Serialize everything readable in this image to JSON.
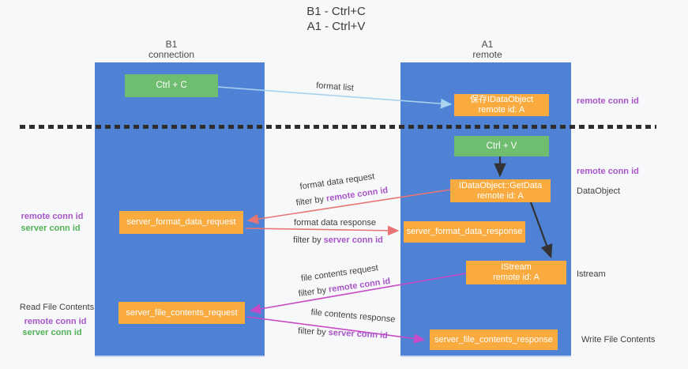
{
  "title": {
    "line1": "B1 - Ctrl+C",
    "line2": "A1 - Ctrl+V"
  },
  "columns": {
    "left": {
      "name": "B1",
      "subtitle": "connection"
    },
    "right": {
      "name": "A1",
      "subtitle": "remote"
    }
  },
  "nodes": {
    "ctrl_c": "Ctrl + C",
    "ctrl_v": "Ctrl + V",
    "save_dataobject": {
      "line1": "保存IDataObject",
      "line2": "remote id: A"
    },
    "getdata": {
      "line1": "IDataObject::GetData",
      "line2": "remote id: A"
    },
    "istream": {
      "line1": "IStream",
      "line2": "remote id: A"
    },
    "format_request": "server_format_data_request",
    "format_response": "server_format_data_response",
    "file_request": "server_file_contents_request",
    "file_response": "server_file_contents_response"
  },
  "arrow_labels": {
    "format_list": "format list",
    "format_data_request": "format data request",
    "format_data_response": "format data response",
    "file_contents_request": "file contents request",
    "file_contents_response": "file contents response",
    "filter_prefix": "filter by ",
    "remote_conn_id": "remote conn id",
    "server_conn_id": "server conn id"
  },
  "side_labels": {
    "remote_conn_id": "remote conn id",
    "server_conn_id": "server conn id",
    "read_file_contents": "Read File Contents",
    "write_file_contents": "Write File Contents",
    "dataobject": "DataObject",
    "istream": "Istream"
  },
  "colors": {
    "background": "#f7f8f9",
    "column_blue": "#4f82d5",
    "box_orange": "#f9ab40",
    "box_green": "#6fbe70",
    "arrow_light_blue": "#a9d3f1",
    "arrow_red": "#e87573",
    "arrow_magenta": "#c74ac7",
    "arrow_black": "#333333",
    "text_purple": "#a855c8",
    "text_green": "#53b156",
    "text_dark": "#3f3f3f"
  }
}
